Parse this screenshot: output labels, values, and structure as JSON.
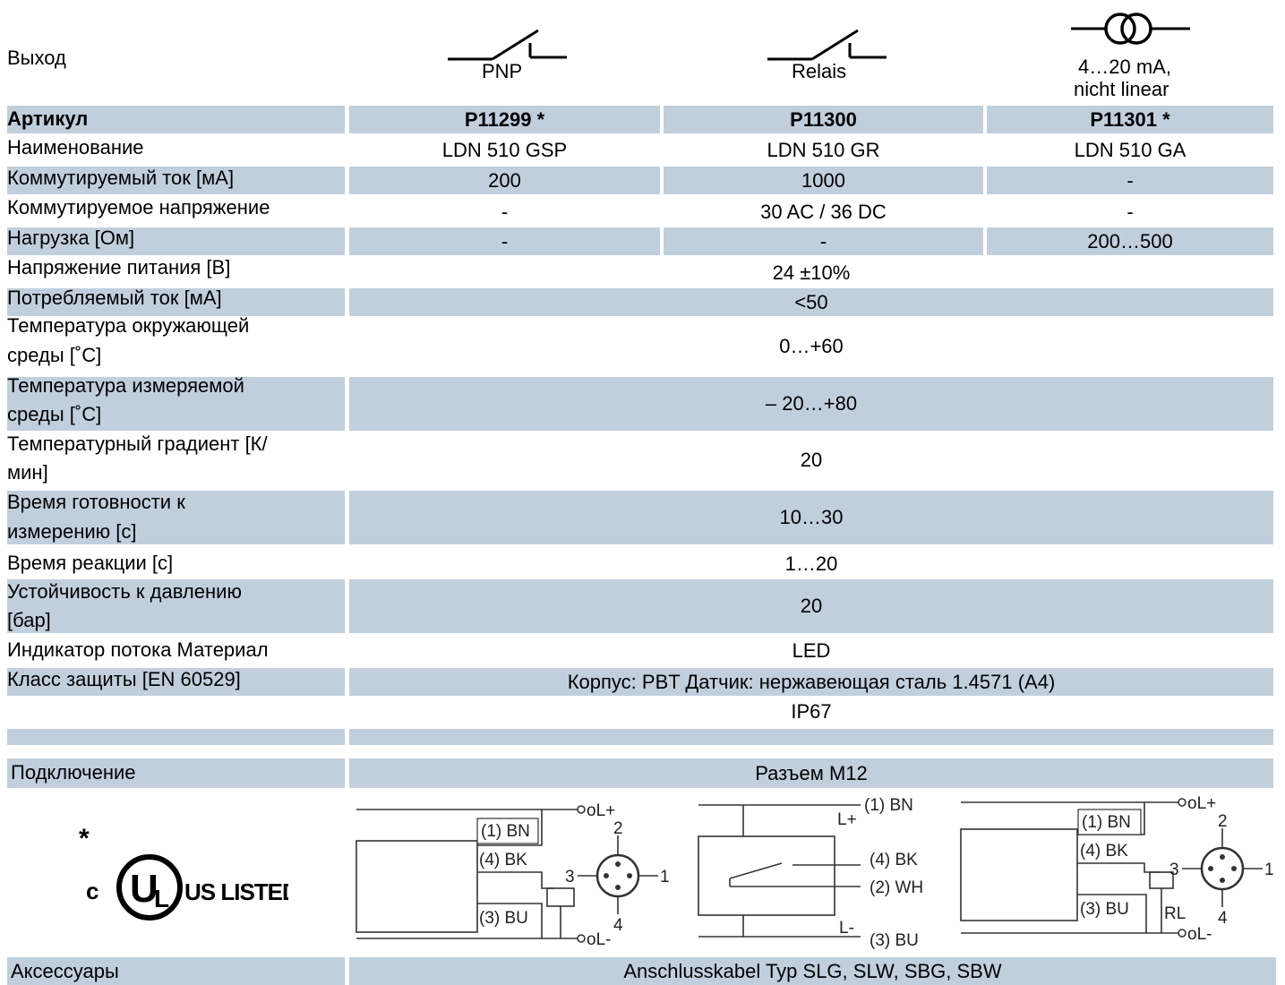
{
  "header": {
    "output_label": "Выход",
    "col1_symbol_label": "PNP",
    "col2_symbol_label": "Relais",
    "col3_symbol_label_line1": "4…20 mA,",
    "col3_symbol_label_line2": "nicht linear"
  },
  "table": {
    "article": {
      "label": "Артикул",
      "values": [
        "P11299 *",
        "P11300",
        "P11301 *"
      ]
    },
    "name": {
      "label": "Наименование",
      "values": [
        "LDN 510 GSP",
        "LDN 510 GR",
        "LDN 510 GA"
      ]
    },
    "switch_current": {
      "label": "Коммутируемый ток [мА]",
      "values": [
        "200",
        "1000",
        "-"
      ]
    },
    "switch_voltage": {
      "label": "Коммутируемое напряжение",
      "values": [
        "-",
        "30 AC / 36 DC",
        "-"
      ]
    },
    "load": {
      "label": "Нагрузка [Ом]",
      "values": [
        "-",
        "-",
        "200…500"
      ]
    },
    "supply_voltage": {
      "label": "Напряжение питания [В]",
      "value": "24  ±10%"
    },
    "current_consumption": {
      "label": "Потребляемый ток [мА]",
      "value": "<50"
    },
    "ambient_temp": {
      "label_line1": "Температура окружающей",
      "label_line2": "среды [˚C]",
      "value": "0…+60"
    },
    "medium_temp": {
      "label_line1": "Температура измеряемой",
      "label_line2": "среды [˚C]",
      "value": "– 20…+80"
    },
    "temp_gradient": {
      "label_line1": "Температурный градиент [К/",
      "label_line2": "мин]",
      "value": "20"
    },
    "ready_time": {
      "label_line1": "Время готовности к",
      "label_line2": "измерению [с]",
      "value": "10…30"
    },
    "response_time": {
      "label": "Время реакции [с]",
      "value": "1…20"
    },
    "pressure_resistance": {
      "label_line1": "Устойчивость к давлению",
      "label_line2": "[бар]",
      "value": "20"
    },
    "flow_indicator": {
      "label": "Индикатор потока Материал",
      "value": "LED"
    },
    "protection_class": {
      "label": "Класс защиты [EN 60529]",
      "value": "Корпус: PBT Датчик: нержавеющая сталь 1.4571 (A4)"
    },
    "ip_rating": {
      "value": "IP67"
    },
    "connection": {
      "label": "Подключение",
      "value": "Разъем M12"
    },
    "accessories": {
      "label": "Аксессуары",
      "value": "Anschlusskabel Typ SLG, SLW, SBG, SBW"
    }
  },
  "ul_mark": {
    "asterisk": "*",
    "text": "c UL US LISTED"
  },
  "wiring": {
    "d1": {
      "lplus": "oL+",
      "bn": "(1) BN",
      "bk": "(4) BK",
      "bu": "(3) BU",
      "lminus": "oL-",
      "pin2": "2",
      "pin3": "3",
      "pin1": "1",
      "pin4": "4"
    },
    "d2": {
      "bn": "(1) BN",
      "lplus": "L+",
      "bk": "(4) BK",
      "wh": "(2) WH",
      "lminus": "L-",
      "bu": "(3) BU"
    },
    "d3": {
      "lplus": "oL+",
      "bn": "(1) BN",
      "bk": "(4) BK",
      "bu": "(3) BU",
      "rl": "RL",
      "lminus": "oL-",
      "pin2": "2",
      "pin3": "3",
      "pin1": "1",
      "pin4": "4"
    }
  },
  "colors": {
    "band": "#c1cfdd"
  }
}
